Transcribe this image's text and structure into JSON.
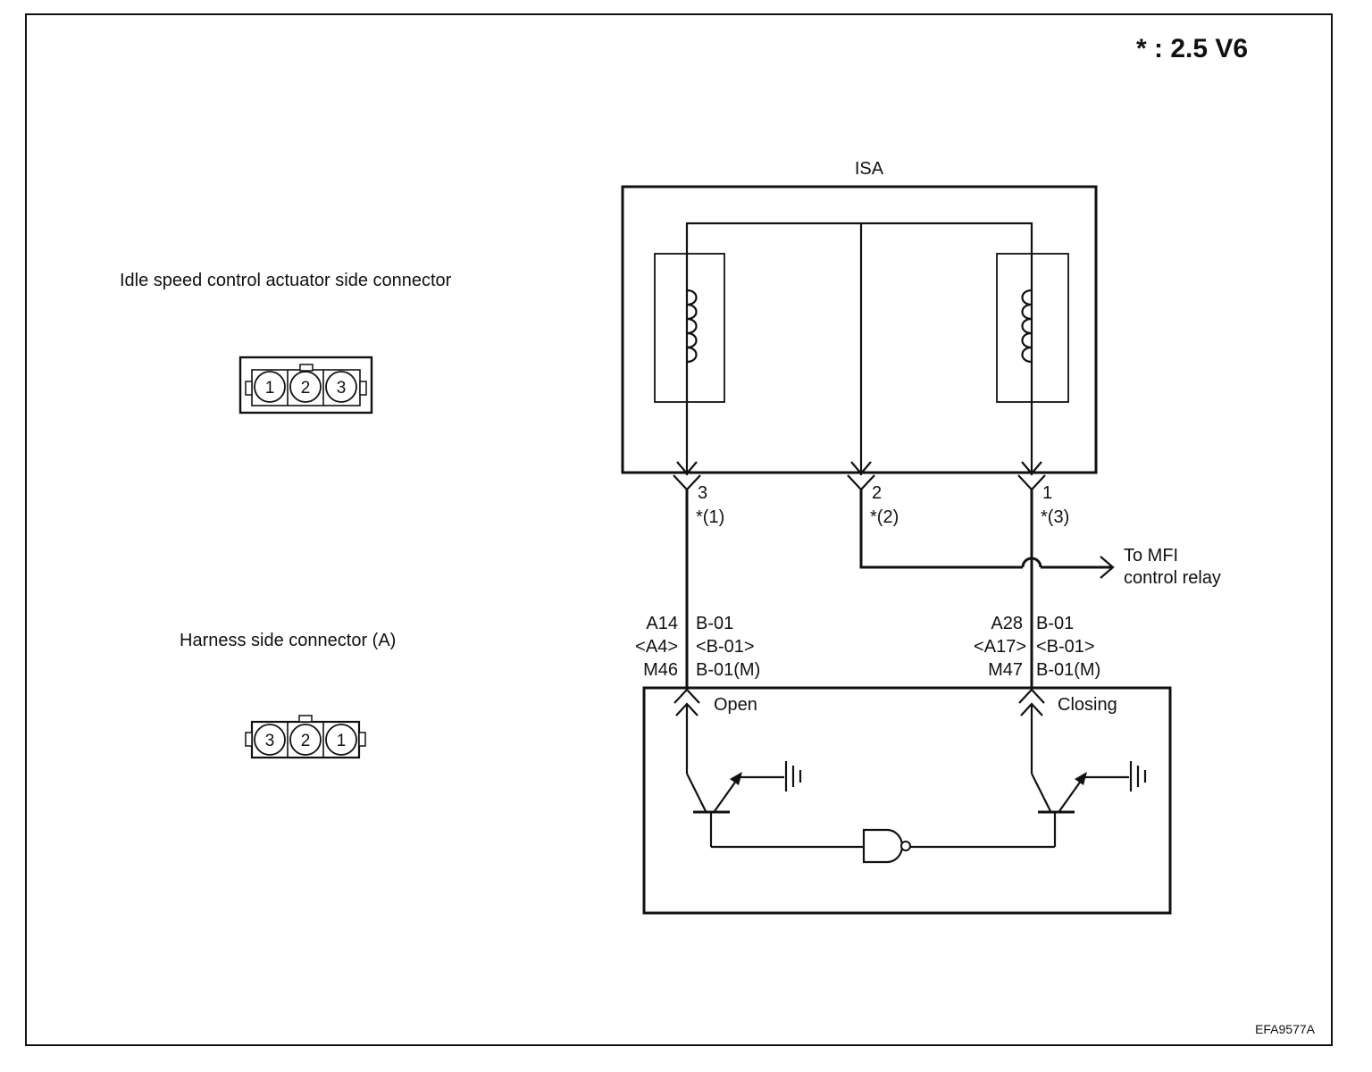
{
  "note": "* : 2.5 V6",
  "figure_code": "EFA9577A",
  "actuator_connector": {
    "title": "Idle speed control actuator side connector",
    "pins": [
      "1",
      "2",
      "3"
    ]
  },
  "harness_connector": {
    "title": "Harness side connector (A)",
    "pins": [
      "3",
      "2",
      "1"
    ]
  },
  "isa": {
    "label": "ISA",
    "terminals": [
      {
        "pin": "3",
        "alt": "*(1)"
      },
      {
        "pin": "2",
        "alt": "*(2)"
      },
      {
        "pin": "1",
        "alt": "*(3)"
      }
    ]
  },
  "relay_label_line1": "To MFI",
  "relay_label_line2": "control relay",
  "left_wire": {
    "codes": [
      "A14",
      "<A4>",
      "M46"
    ],
    "connectors": [
      "B-01",
      "<B-01>",
      "B-01(M)"
    ]
  },
  "right_wire": {
    "codes": [
      "A28",
      "<A17>",
      "M47"
    ],
    "connectors": [
      "B-01",
      "<B-01>",
      "B-01(M)"
    ]
  },
  "ecm": {
    "open_label": "Open",
    "closing_label": "Closing"
  }
}
